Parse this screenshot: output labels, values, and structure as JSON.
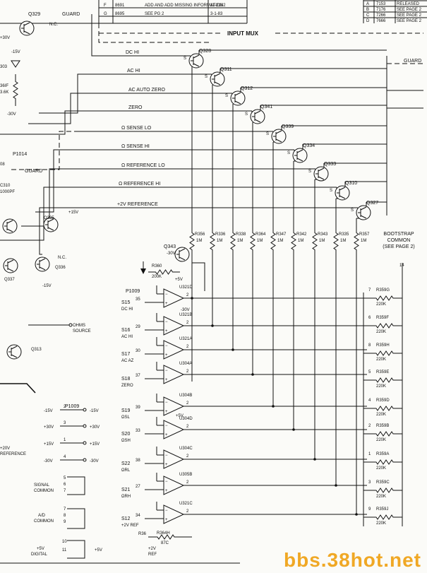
{
  "revisions": {
    "rows": [
      {
        "letter": "F",
        "eco": "8691",
        "text": "ADD AND ADD MISSING INFORMATION",
        "date": "11-2182"
      },
      {
        "letter": "G",
        "eco": "8695",
        "text": "SEE PG 2",
        "date": "3-1-83"
      }
    ],
    "revs": [
      {
        "letter": "A",
        "eco": "7153",
        "text": "RELEASED"
      },
      {
        "letter": "B",
        "eco": "7176",
        "text": "SEE PAGE 2"
      },
      {
        "letter": "C",
        "eco": "7266",
        "text": "SEE PAGE 2"
      },
      {
        "letter": "D",
        "eco": "7666",
        "text": "SEE PAGE 2"
      }
    ]
  },
  "title": "INPUT MUX",
  "signals": [
    "DC HI",
    "AC HI",
    "AC AUTO ZERO",
    "ZERO",
    "Ω SENSE LO",
    "Ω SENSE HI",
    "Ω REFERENCE LO",
    "Ω REFERENCE HI",
    "+2V REFERENCE"
  ],
  "guard_label": "GUARD",
  "fets": [
    "Q328",
    "Q311",
    "Q312",
    "Q341",
    "Q339",
    "Q334",
    "Q333",
    "Q310",
    "Q327"
  ],
  "resistors_top": [
    {
      "ref": "R356",
      "val": "1M"
    },
    {
      "ref": "R336",
      "val": "1M"
    },
    {
      "ref": "R338",
      "val": "1M"
    },
    {
      "ref": "R364",
      "val": "1M"
    },
    {
      "ref": "R347",
      "val": "1M"
    },
    {
      "ref": "R342",
      "val": "1M"
    },
    {
      "ref": "R343",
      "val": "1M"
    },
    {
      "ref": "R335",
      "val": "1M"
    },
    {
      "ref": "R357",
      "val": "1M"
    }
  ],
  "bootstrap": {
    "line1": "BOOTSTRAP",
    "line2": "COMMON",
    "line3": "(SEE PAGE 2)",
    "pin": "14"
  },
  "resistors_right": [
    {
      "pin": "7",
      "ref": "R359G",
      "val": "220K"
    },
    {
      "pin": "6",
      "ref": "R359F",
      "val": "220K"
    },
    {
      "pin": "8",
      "ref": "R359H",
      "val": "220K"
    },
    {
      "pin": "5",
      "ref": "R359E",
      "val": "220K"
    },
    {
      "pin": "4",
      "ref": "R359D",
      "val": "220K"
    },
    {
      "pin": "2",
      "ref": "R359B",
      "val": "220K"
    },
    {
      "pin": "1",
      "ref": "R359A",
      "val": "220K"
    },
    {
      "pin": "3",
      "ref": "R359C",
      "val": "220K"
    },
    {
      "pin": "9",
      "ref": "R359J",
      "val": "220K"
    }
  ],
  "opamps": [
    "U321D",
    "U321B",
    "U321A",
    "U304A",
    "U304B",
    "U304D",
    "U304C",
    "U305B",
    "U321C"
  ],
  "opamp_inputs": [
    {
      "s": "S15",
      "name": "DC HI",
      "pin": "35"
    },
    {
      "s": "S16",
      "name": "AC HI",
      "pin": "29"
    },
    {
      "s": "S17",
      "name": "AC AZ",
      "pin": "30"
    },
    {
      "s": "S18",
      "name": "ZERO",
      "pin": "37"
    },
    {
      "s": "S19",
      "name": "ΩSL",
      "pin": "39"
    },
    {
      "s": "S20",
      "name": "ΩSH",
      "pin": "33"
    },
    {
      "s": "S22",
      "name": "ΩRL",
      "pin": "38"
    },
    {
      "s": "S21",
      "name": "ΩRH",
      "pin": "27"
    },
    {
      "s": "S12",
      "name": "+2V REF",
      "pin": "34"
    }
  ],
  "misc": {
    "q343": "Q343",
    "neg30": "-30V",
    "r360": "R360",
    "r360_val": "200K",
    "p1009": "P1009",
    "p1014": "P1014",
    "p1014_pin": "08",
    "ohms_source": "OHMS SOURCE",
    "q313": "Q313",
    "q335": "Q335",
    "q336": "Q336",
    "q337": "Q337",
    "q329": "Q329",
    "q303": "303",
    "c310": "C310",
    "c310_val": "1000PF",
    "r361f": "36IF",
    "r361f_val": "3.6K",
    "guard_top": "GUARD",
    "plus30": "+30V",
    "neg15": "-15V",
    "neg30v": "-30V",
    "plus15": "+15V",
    "nc": "N.C.",
    "r364h": "R364H",
    "r364h_val": "87C",
    "r36": "R36",
    "ref2v": "+2V",
    "ref_word": "REF",
    "supply5": "+5V",
    "supply_neg30": "-30V"
  },
  "connector": {
    "title": "P1009",
    "rows": [
      {
        "label": "-15V",
        "pin": "2",
        "out": "-15V"
      },
      {
        "label": "+30V",
        "pin": "3",
        "out": "+30V"
      },
      {
        "label": "+15V",
        "pin": "1",
        "out": "+15V"
      },
      {
        "label": "-30V",
        "pin": "4",
        "out": "-30V"
      }
    ],
    "ref_label": "+20V REFERENCE",
    "signal_common": [
      "SIGNAL",
      "COMMON"
    ],
    "ad_common": [
      "A/D",
      "COMMON"
    ],
    "plus5v": "+5V",
    "plus5v_out": "+5V",
    "digital_common": [
      "DIGITAL"
    ],
    "pins_sc": [
      "5",
      "6",
      "7"
    ],
    "pins_ad": [
      "7",
      "8",
      "9"
    ],
    "pins_5v": [
      "10",
      "11"
    ]
  },
  "watermark": "bbs.38hot.net"
}
